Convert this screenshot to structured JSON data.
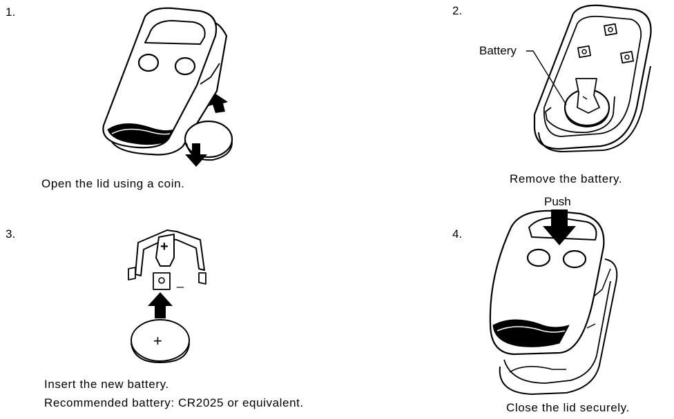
{
  "steps": [
    {
      "number": "1.",
      "caption": "Open the lid using a coin."
    },
    {
      "number": "2.",
      "caption": "Remove the battery.",
      "label": "Battery"
    },
    {
      "number": "3.",
      "caption_line1": "Insert the new battery.",
      "caption_line2": "Recommended battery: CR2025 or equivalent."
    },
    {
      "number": "4.",
      "caption": "Close the lid securely.",
      "label": "Push"
    }
  ],
  "symbols": {
    "plus": "+",
    "minus": "_"
  }
}
